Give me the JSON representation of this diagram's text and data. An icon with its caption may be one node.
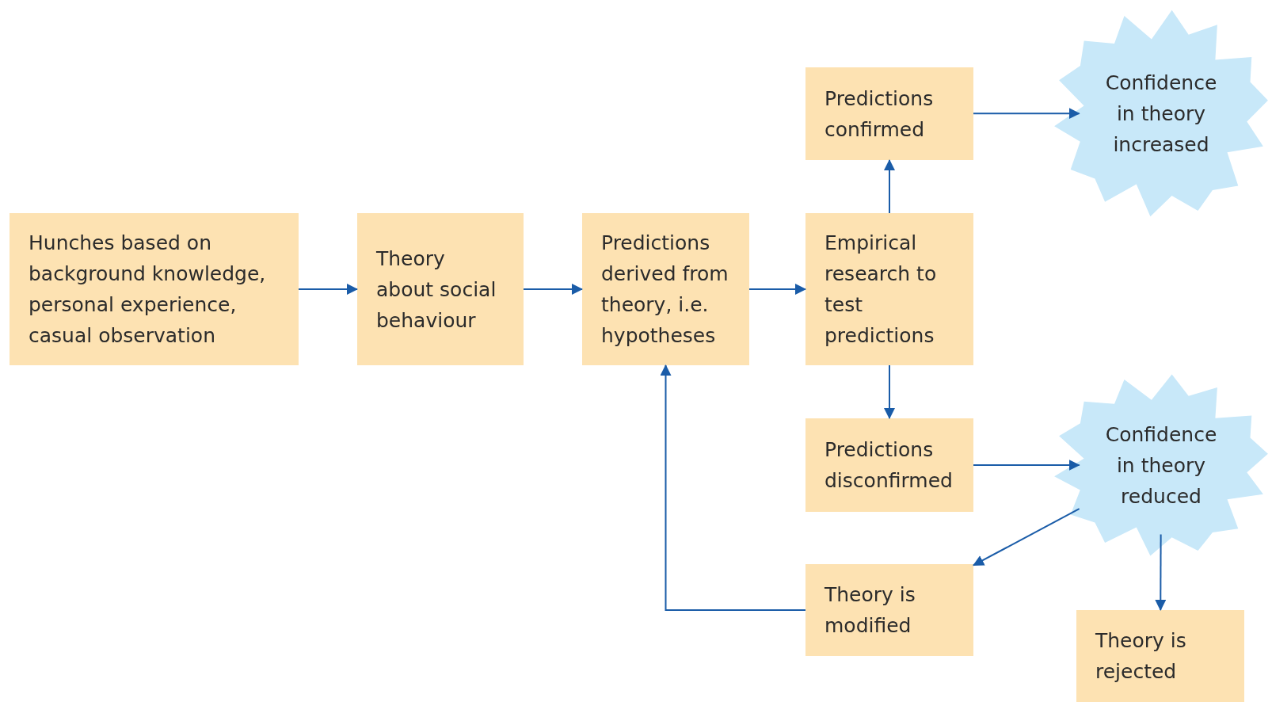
{
  "diagram": {
    "nodes": [
      {
        "text": [
          "Hunches based on background knowledge, personal experience, casual observation"
        ]
      },
      {
        "text": [
          "Theory about social behaviour"
        ]
      },
      {
        "text": [
          "Predictions derived from theory, i.e. hypotheses"
        ]
      },
      {
        "text": [
          "Empirical research to test predictions"
        ]
      },
      {
        "text": [
          "Predictions confirmed"
        ]
      },
      {
        "text": [
          "Confidence in theory increased"
        ]
      },
      {
        "text": [
          "Predictions disconfirmed"
        ]
      },
      {
        "text": [
          "Confidence in theory reduced"
        ]
      },
      {
        "text": [
          "Theory is modified"
        ]
      },
      {
        "text": [
          "Theory is rejected"
        ]
      }
    ],
    "edges": [
      {
        "from": 0,
        "to": 1,
        "arrow": "to"
      },
      {
        "from": 1,
        "to": 2,
        "arrow": "to"
      },
      {
        "from": 2,
        "to": 3,
        "arrow": "to"
      },
      {
        "from": 3,
        "to": 4,
        "arrow": "to"
      },
      {
        "from": 3,
        "to": 6,
        "arrow": "to"
      },
      {
        "from": 4,
        "to": 5,
        "arrow": "to"
      },
      {
        "from": 6,
        "to": 7,
        "arrow": "to"
      },
      {
        "from": 7,
        "to": 8,
        "arrow": "to"
      },
      {
        "from": 7,
        "to": 9,
        "arrow": "to"
      },
      {
        "from": 8,
        "to": 2,
        "arrow": "to"
      }
    ]
  }
}
